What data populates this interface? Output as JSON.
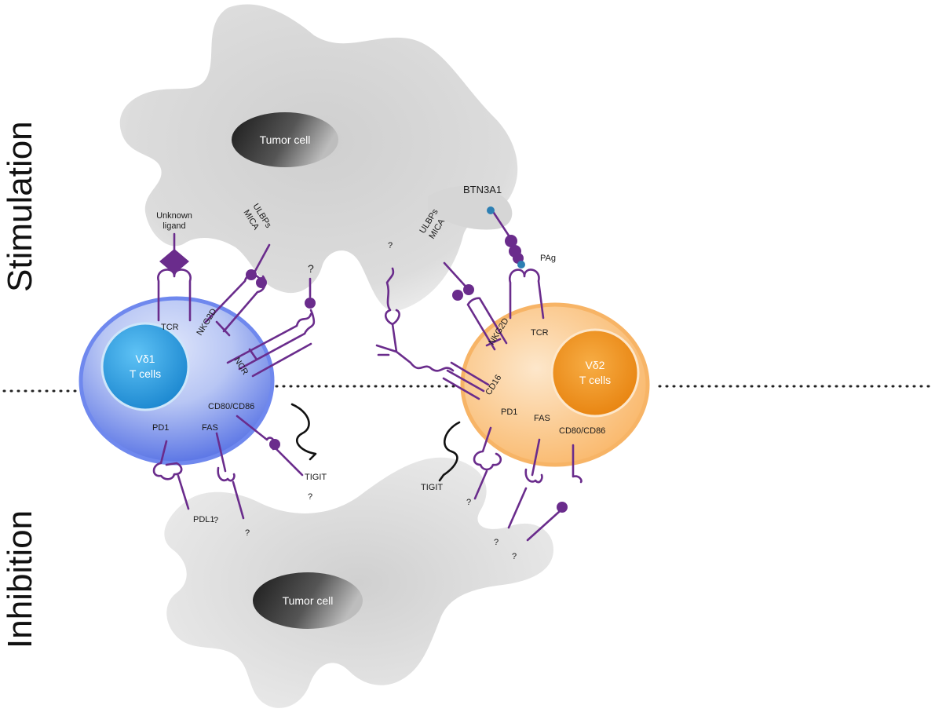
{
  "sides": {
    "top": "Stimulation",
    "bottom": "Inhibition"
  },
  "tumor_cells": {
    "top": "Tumor cell",
    "bottom": "Tumor cell"
  },
  "left_cell": {
    "line1": "Vδ1",
    "line2": "T cells"
  },
  "right_cell": {
    "line1": "Vδ2",
    "line2": "T cells"
  },
  "labels": {
    "unknown_ligand_1": "Unknown",
    "unknown_ligand_2": "ligand",
    "ulbps_left": "ULBPs",
    "mica_left": "MICA",
    "q_ncr": "?",
    "q_cd16": "?",
    "ulbps_right": "ULBPs",
    "mica_right": "MICA",
    "btn3a1": "BTN3A1",
    "pag": "PAg",
    "tcr_left": "TCR",
    "nkg2d_left": "NKG2D",
    "ncr": "NCR",
    "cd80_left": "CD80/CD86",
    "pd1_left": "PD1",
    "fas_left": "FAS",
    "pdl1": "PDL1",
    "q_pdl1": "?",
    "q_fas_left": "?",
    "tigit_left": "TIGIT",
    "q_tigit_left": "?",
    "tcr_right": "TCR",
    "nkg2d_right": "NKG2D",
    "cd16": "CD16",
    "pd1_right": "PD1",
    "fas_right": "FAS",
    "cd80_right": "CD80/CD86",
    "tigit_right": "TIGIT",
    "q_pd1_right": "?",
    "q_fas_right": "?",
    "q_cd80_right": "?"
  },
  "colors": {
    "receptor": "#6a2c8c",
    "tumor": "#d4d4d4",
    "vd1_cell": "#5a78e6",
    "vd1_nucleus": "#1e93da",
    "vd2_cell": "#fcc98c",
    "vd2_nucleus": "#ef8f12"
  }
}
